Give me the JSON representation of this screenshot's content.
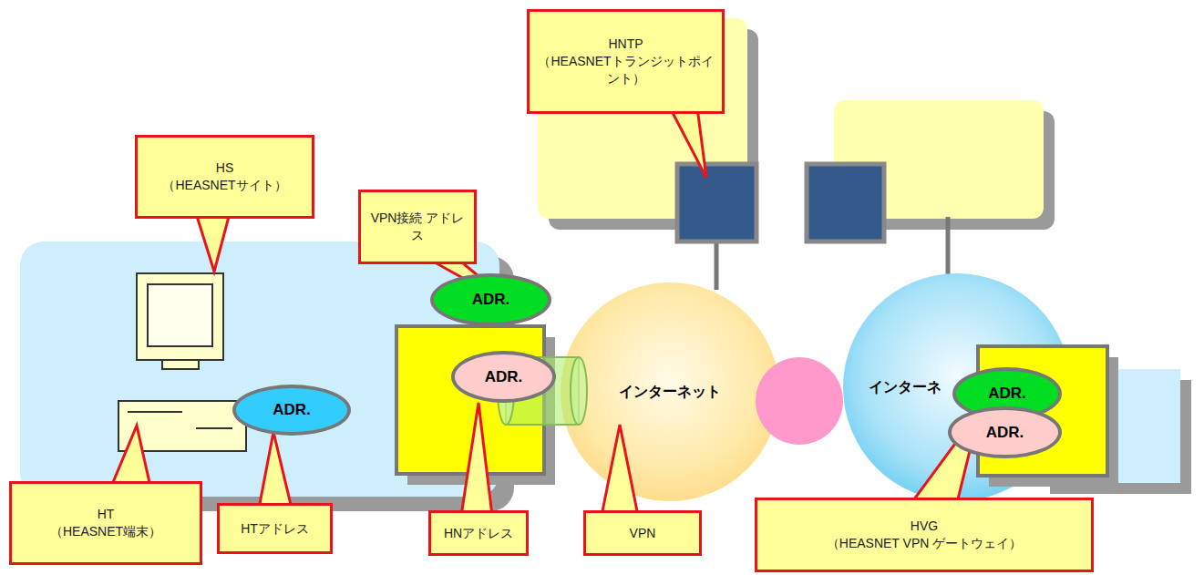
{
  "diagram": {
    "nodes": [
      {
        "text": [
          "HNTP",
          "（HEASNETトランジットポイント）"
        ]
      },
      {
        "text": [
          "HS",
          "（HEASNETサイト）"
        ]
      },
      {
        "text": [
          "VPN接続 アドレス"
        ]
      },
      {
        "text": [
          "ADR."
        ]
      },
      {
        "text": [
          "インターネット"
        ]
      },
      {
        "text": [
          "インターネ"
        ]
      },
      {
        "text": [
          "ADR."
        ]
      },
      {
        "text": [
          "ADR."
        ]
      },
      {
        "text": [
          "ADR."
        ]
      },
      {
        "text": [
          "ADR."
        ]
      },
      {
        "text": [
          "HT",
          "（HEASNET端末）"
        ]
      },
      {
        "text": [
          "HTアドレス"
        ]
      },
      {
        "text": [
          "HNアドレス"
        ]
      },
      {
        "text": [
          "VPN"
        ]
      },
      {
        "text": [
          "HVG",
          "（HEASNET VPN ゲートウェイ）"
        ]
      }
    ]
  }
}
